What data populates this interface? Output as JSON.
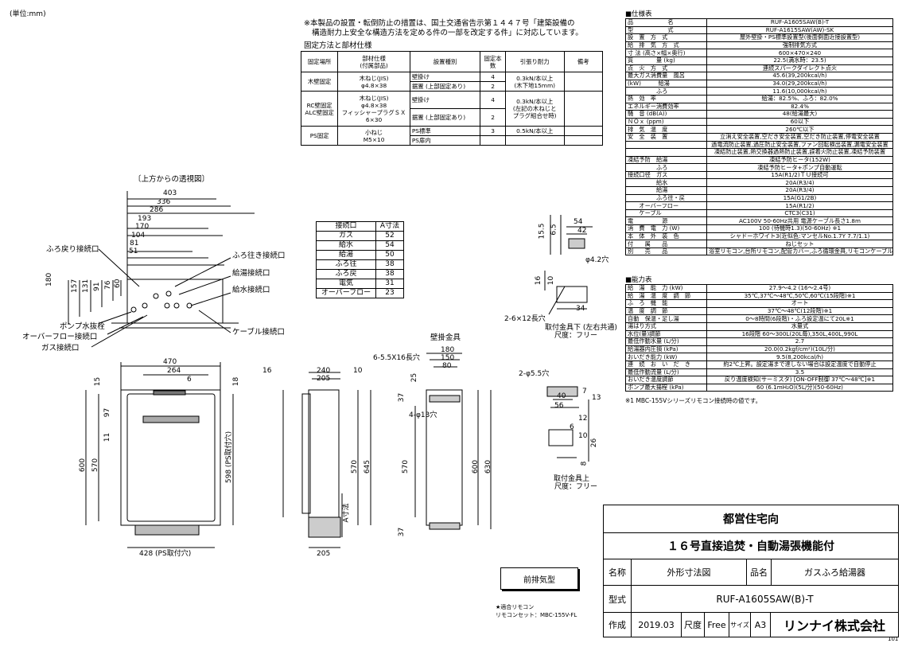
{
  "unit_label": "(単位:mm)",
  "notice": {
    "line1": "※本製品の設置・転倒防止の措置は、国土交通省告示第１４４７号「建築設備の",
    "line2": "構造耐力上安全な構造方法を定める件の一部を改定する件」に対応しています。",
    "fix_title": "固定方法と部材仕様"
  },
  "fix_table": {
    "headers": [
      "固定場所",
      "部材仕様\n(付属部品)",
      "設置種別",
      "固定本数",
      "引張り耐力",
      "備考"
    ],
    "rows": [
      {
        "place": "木壁固定",
        "spec": "木ねじ(JIS)\nφ4.8×38",
        "types": [
          "壁掛け",
          "据置 (上部固定あり)"
        ],
        "counts": [
          "4",
          "2"
        ],
        "strength": "0.3kN/本以上\n(木下地15mm)"
      },
      {
        "place": "RC壁固定\nALC壁固定",
        "spec": "木ねじ(JIS)\nφ4.8×38\nフィッシャープラグＳＸ\n6×30",
        "types": [
          "壁掛け",
          "据置 (上部固定あり)"
        ],
        "counts": [
          "4",
          "2"
        ],
        "strength": "0.3kN/本以上\n(左記の木ねじと\nプラグ組合せ時)"
      },
      {
        "place": "PS固定",
        "spec": "小ねじ\nM5×10",
        "types": [
          "PS標準",
          "PS扉内"
        ],
        "counts": [
          "3",
          ""
        ],
        "strength": "0.5kN/本以上"
      }
    ]
  },
  "top_view": {
    "title": "〔上方からの透視図〕",
    "dims": [
      "403",
      "336",
      "286",
      "193",
      "170",
      "104",
      "81",
      "51",
      "180",
      "157",
      "131",
      "91",
      "76",
      "60"
    ],
    "labels": [
      "ふろ戻り接続口",
      "ふろ往き接続口",
      "給湯接続口",
      "給水接続口",
      "ポンプ水抜栓",
      "オーバーフロー接続口",
      "ガス接続口",
      "ケーブル接続口"
    ]
  },
  "connection_table": {
    "header": [
      "接続口",
      "A寸法"
    ],
    "rows": [
      [
        "ガス",
        "52"
      ],
      [
        "給水",
        "54"
      ],
      [
        "給湯",
        "50"
      ],
      [
        "ふろ往",
        "38"
      ],
      [
        "ふろ戻",
        "38"
      ],
      [
        "電気",
        "31"
      ],
      [
        "オーバーフロー",
        "23"
      ]
    ]
  },
  "front_view": {
    "dims": [
      "470",
      "264",
      "6",
      "15",
      "18",
      "97",
      "11",
      "600",
      "570",
      "598 (PS取付穴)",
      "428 (PS取付穴)"
    ]
  },
  "side_view": {
    "dims": [
      "16",
      "240",
      "205",
      "10",
      "570",
      "645",
      "205"
    ],
    "a_label": "A寸法"
  },
  "wall_bracket": {
    "title": "壁掛金具",
    "dims": [
      "180",
      "150",
      "80",
      "25",
      "37",
      "600",
      "630",
      "570",
      "37"
    ],
    "slot_label": "6-5.5X16長穴",
    "hole_label": "4-φ13穴"
  },
  "bracket_lower": {
    "dims": [
      "15.5",
      "6.5",
      "54",
      "42",
      "16",
      "10",
      "34"
    ],
    "hole_label": "φ4.2穴",
    "slot_label": "2-6×12長穴",
    "caption1": "取付金具下 (左右共通)",
    "caption2": "尺度：フリー"
  },
  "bracket_upper": {
    "hole_label": "2-φ5.5穴",
    "dims": [
      "40",
      "56",
      "7",
      "13",
      "12",
      "6",
      "10",
      "26",
      "8"
    ],
    "caption1": "取付金具上",
    "caption2": "尺度：フリー"
  },
  "spec_table": {
    "title": "■仕様表",
    "rows": [
      [
        "品　　　　　　名",
        "RUF-A1605SAW(B)-T"
      ],
      [
        "型　　　　　　式",
        "RUF-A1615SAW(AW)-SK"
      ],
      [
        "設　置　方　式",
        "屋外壁掛・PS標準設置型(後面側面近接設置型)"
      ],
      [
        "給　排　気　方　式",
        "強制排気方式"
      ],
      [
        "寸 法 (高さ×幅×奥行)",
        "600×470×240"
      ],
      [
        "質　　　　量 (kg)",
        "22.5(満水時：23.5)"
      ],
      [
        "点　火　方　式",
        "連続スパークダイレクト点火"
      ],
      [
        "最大ガス消費量　風呂",
        "45.6(39,200kcal/h)"
      ],
      [
        "(kW)　　　給湯",
        "34.0(29,200kcal/h)"
      ],
      [
        "　　　　　ふろ",
        "11.6(10,000kcal/h)"
      ],
      [
        "熱　効　率",
        "給湯：82.5%、ふろ：82.0%"
      ],
      [
        "エネルギー消費効率",
        "82.4%"
      ],
      [
        "騒　音 (dB(A))",
        "48(給湯最大)"
      ],
      [
        "ＮＯｘ (ppm)",
        "60以下"
      ],
      [
        "排　気　温　度",
        "260℃以下"
      ],
      [
        "安　全　装　置",
        "立消え安全装置,空だき安全装置,空だき防止装置,停電安全装置"
      ],
      [
        "",
        "過電流防止装置,過圧防止安全装置,ファン回転検出装置,漏電安全装置"
      ],
      [
        "",
        "凍結防止装置,熱交換器過熱防止装置,誤着火防止装置,凍結予防装置"
      ],
      [
        "凍結予防　給湯",
        "凍結予防ヒータ(152W)"
      ],
      [
        "　　　　　ふろ",
        "凍結予防ヒータ+ポンプ自動運転"
      ],
      [
        "接続口径　ガス",
        "15A(R1/2)ＴＵ接続可"
      ],
      [
        "　　　　　給水",
        "20A(R3/4)"
      ],
      [
        "　　　　　給湯",
        "20A(R3/4)"
      ],
      [
        "　　　　　ふろ往・戻",
        "15A(G1/2B)"
      ],
      [
        "　　オーバーフロー",
        "15A(R1/2)"
      ],
      [
        "　　ケーブル",
        "CTC3(C31)"
      ],
      [
        "電　　　　　源",
        "AC100V 50-60Hz共用 電源ケーブル長さ1.8m"
      ],
      [
        "消　費　電　力 (W)",
        "100 (待機時1.3)(50-60Hz) ※1"
      ],
      [
        "本　体　外　装　色",
        "シャドーホワイト3(近似色:マンセルNo.1.7Y 7.7/1.1)"
      ],
      [
        "付　　属　　品",
        "ねじセット"
      ],
      [
        "別　　売　　品",
        "浴室リモコン,台所リモコン,配管カバー,ふろ循環金具,リモコンケーブル,ふろ継手"
      ]
    ]
  },
  "capacity_table": {
    "title": "■能力表",
    "rows": [
      [
        "給　湯　能　力 (kW)",
        "27.9～4.2 (16～2.4号)"
      ],
      [
        "給　湯　温　度　調　節",
        "35℃,37℃～48℃,50℃,60℃(15段階)※1"
      ],
      [
        "ふ　ろ　機　能",
        "オート"
      ],
      [
        "温　度　調　節",
        "37℃～48℃(12段階)※1"
      ],
      [
        "自動　保温・足し湯",
        "0～8時間(6段階)・ふろ設定温にて20L※1"
      ],
      [
        "湯はり方式",
        "水量式"
      ],
      [
        "水位(量)調節",
        "16段階 60～300L(20L毎),350L,400L,990L"
      ],
      [
        "最低作動水量 (L/分)",
        "2.7"
      ],
      [
        "給湯器内圧損 (kPa)",
        "20.0(0.2kgf/cm²)(10L/分)"
      ],
      [
        "おいだき能力 (kW)",
        "9.5(8,200kcal/h)"
      ],
      [
        "連　続　お　い　だ　き",
        "約2℃上昇。設定湯まで達しない場合は設定温度で自動停止"
      ],
      [
        "最低作動流量 (L/分)",
        "3.5"
      ],
      [
        "おいだき温度調節",
        "戻り温度検知(サーミスタ) [ON-OFF制御 37℃～48℃]※1"
      ],
      [
        "ポンプ最大揚程 (kPa)",
        "60 (6.1mH₂O)(5L/分)(50-60Hz)"
      ]
    ],
    "footnote": "※1 MBC-155Vシリーズリモコン接続時の値です。"
  },
  "exhaust_type": "前排気型",
  "remote_note": {
    "line1": "★適合リモコン",
    "line2": "リモコンセット：MBC-155V-FL"
  },
  "title_block": {
    "project": "都営住宅向",
    "subtitle": "１６号直接追焚・自動湯張機能付",
    "name_label": "名称",
    "name_value": "外形寸法図",
    "item_label": "品名",
    "item_value": "ガスふろ給湯器",
    "model_label": "型式",
    "model_value": "RUF-A1605SAW(B)-T",
    "made_label": "作成",
    "date": "2019.03",
    "scale_label": "尺度",
    "scale_value": "Free",
    "size_label": "サイズ",
    "size_value": "A3",
    "company": "リンナイ株式会社"
  },
  "sheet_number": "101"
}
